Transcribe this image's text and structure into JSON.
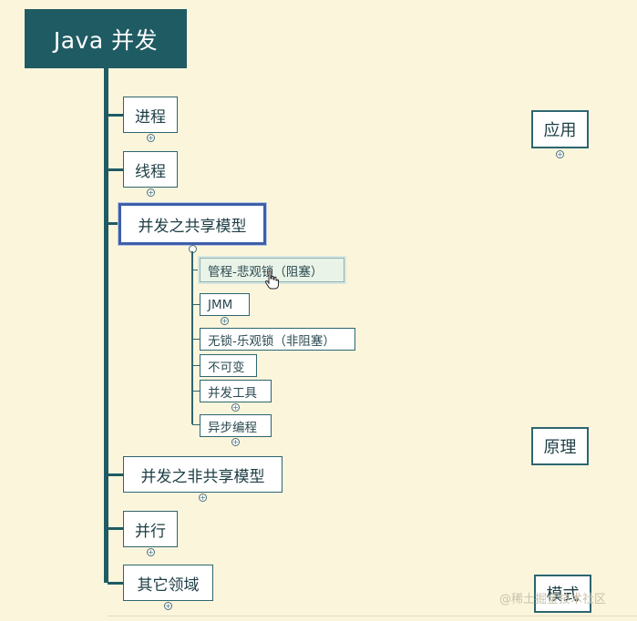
{
  "root": {
    "title": "Java 并发"
  },
  "main_nodes": [
    {
      "id": "process",
      "label": "进程"
    },
    {
      "id": "thread",
      "label": "线程"
    },
    {
      "id": "shared-model",
      "label": "并发之共享模型"
    },
    {
      "id": "non-shared-model",
      "label": "并发之非共享模型"
    },
    {
      "id": "parallel",
      "label": "并行"
    },
    {
      "id": "other-fields",
      "label": "其它领域"
    }
  ],
  "sub_nodes": [
    {
      "id": "monitor",
      "label": "管程-悲观锁（阻塞）"
    },
    {
      "id": "jmm",
      "label": "JMM"
    },
    {
      "id": "lock-free",
      "label": "无锁-乐观锁（非阻塞）"
    },
    {
      "id": "immutable",
      "label": "不可变"
    },
    {
      "id": "tools",
      "label": "并发工具"
    },
    {
      "id": "async",
      "label": "异步编程"
    }
  ],
  "right_nodes": [
    {
      "id": "application",
      "label": "应用"
    },
    {
      "id": "principle",
      "label": "原理"
    },
    {
      "id": "pattern",
      "label": "模式"
    }
  ],
  "expander_symbol": "+",
  "watermark": "@稀土掘金技术社区",
  "colors": {
    "background": "#fbf5dc",
    "root_fill": "#1f5b63",
    "line": "#1f5b63",
    "selected_border": "#3e5fa8"
  }
}
